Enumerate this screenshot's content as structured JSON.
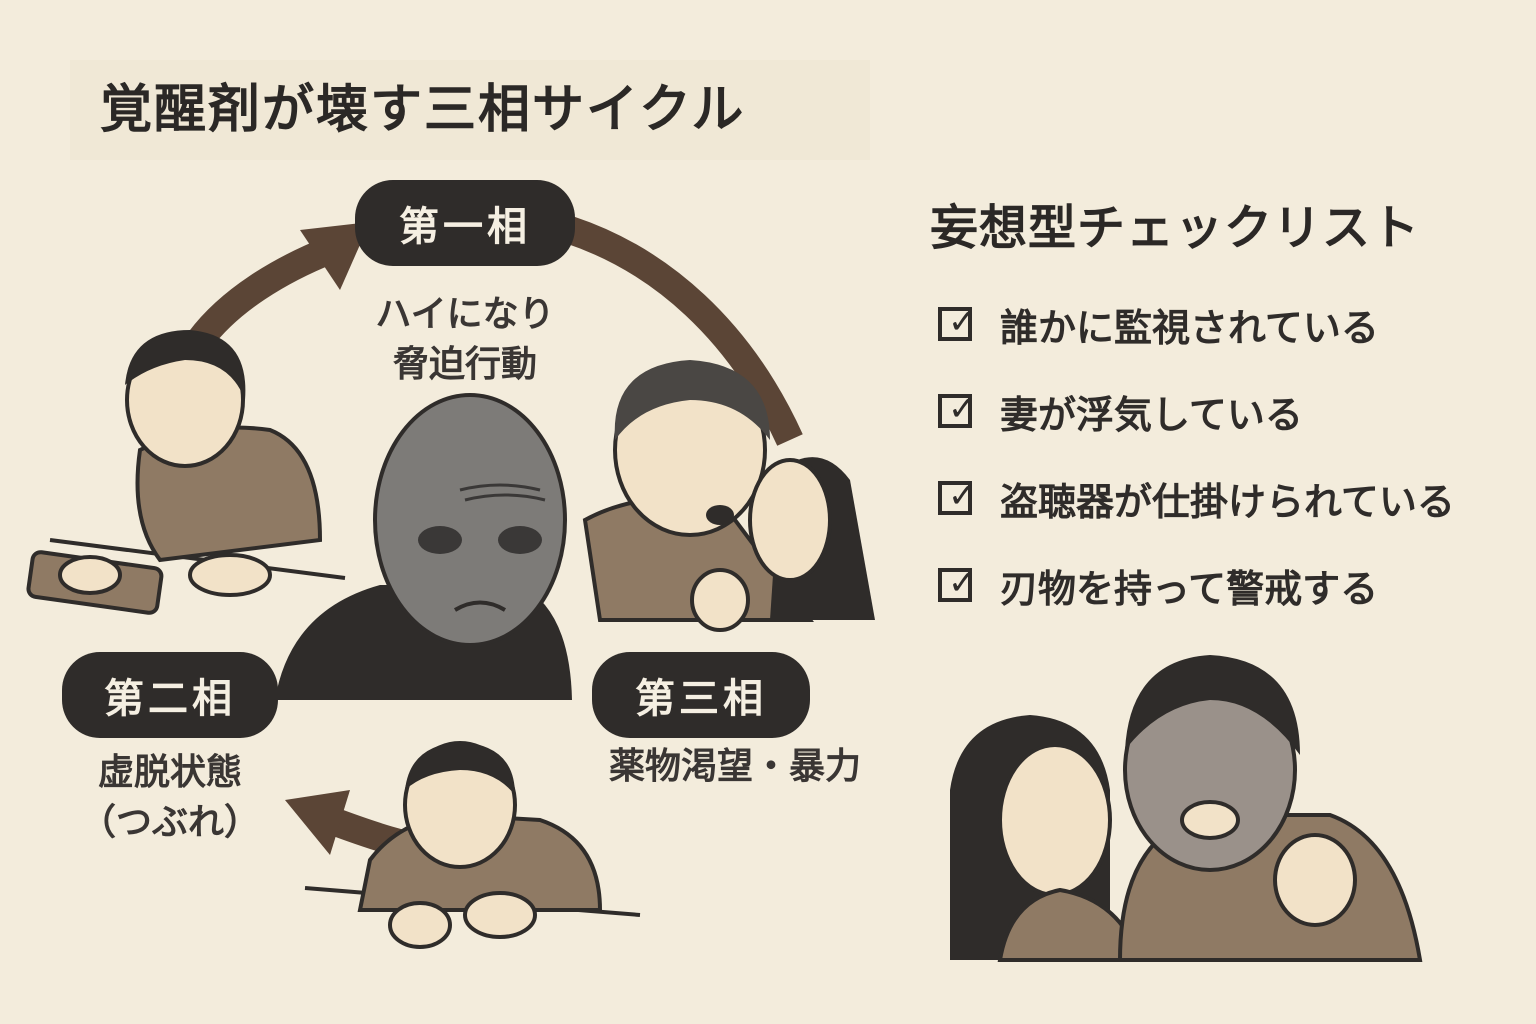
{
  "title": "覚醒剤が壊す三相サイクル",
  "cycle": {
    "phases": [
      {
        "label": "第一相",
        "description": [
          "ハイになり",
          "脅迫行動"
        ]
      },
      {
        "label": "第二相",
        "description": [
          "虚脱状態",
          "（つぶれ）"
        ]
      },
      {
        "label": "第三相",
        "description": [
          "薬物渇望・暴力"
        ]
      }
    ]
  },
  "checklist": {
    "title": "妄想型チェックリスト",
    "items": [
      "誰かに監視されている",
      "妻が浮気している",
      "盗聴器が仕掛けられている",
      "刃物を持って警戒する"
    ]
  },
  "colors": {
    "background": "#f3ecdc",
    "pill": "#2f2c2a",
    "arrow": "#5b4536",
    "shirt": "#8f7a64",
    "skin": "#f2e2c8",
    "gray_skin": "#7d7b78"
  },
  "icons": [
    "check-box-icon",
    "cycle-arrow-icon"
  ]
}
